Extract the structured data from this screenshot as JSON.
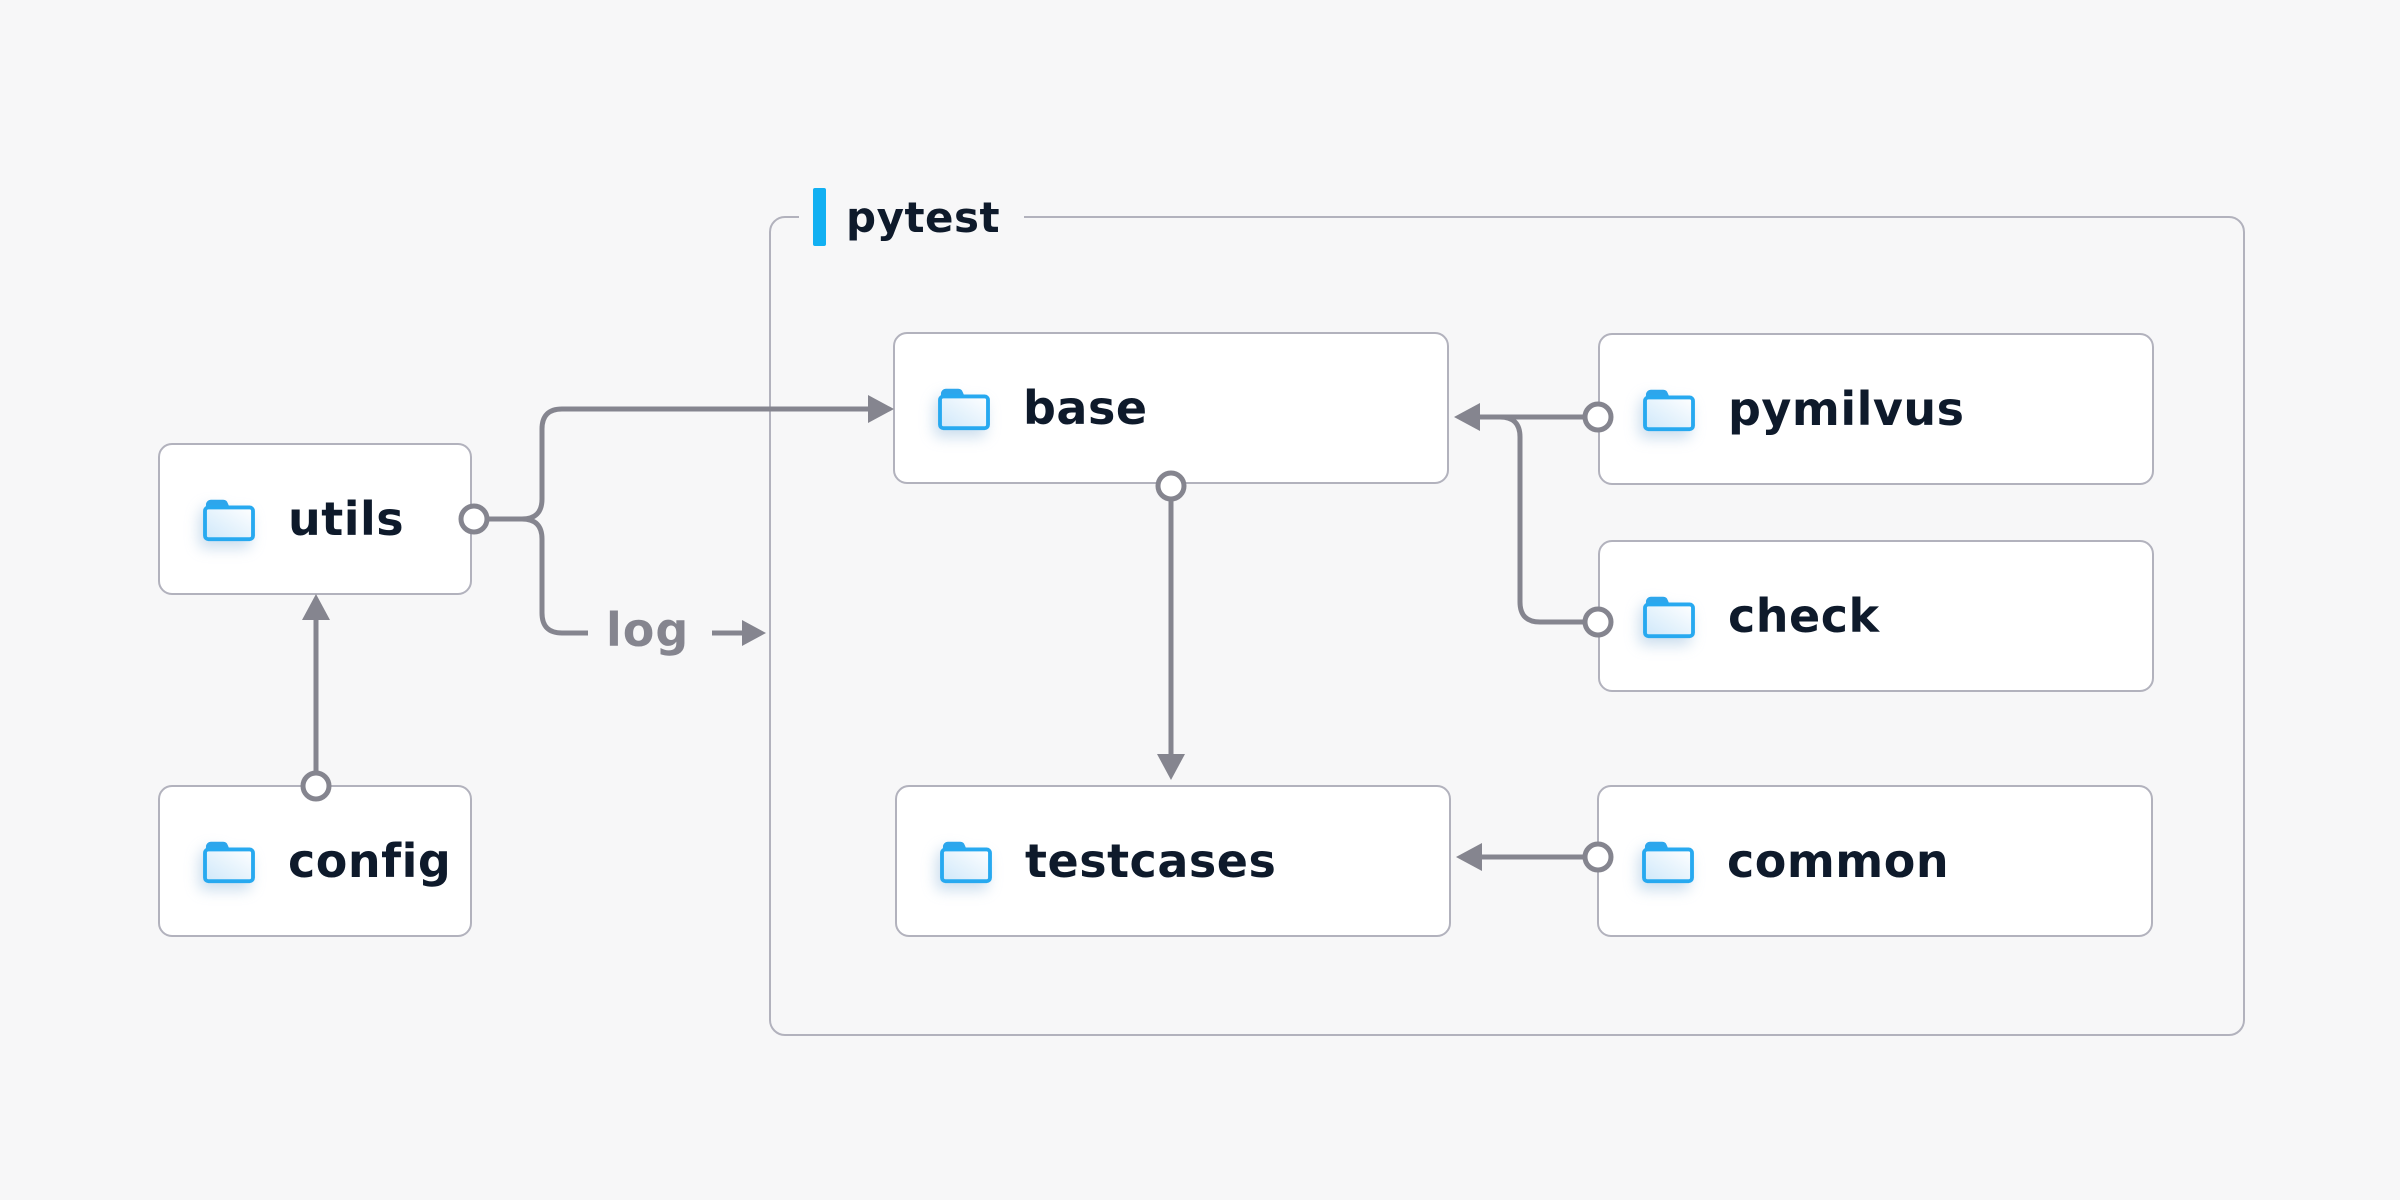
{
  "container": {
    "label": "pytest"
  },
  "nodes": {
    "utils": {
      "label": "utils",
      "icon": "folder-icon"
    },
    "config": {
      "label": "config",
      "icon": "folder-icon"
    },
    "base": {
      "label": "base",
      "icon": "folder-icon"
    },
    "pymilvus": {
      "label": "pymilvus",
      "icon": "folder-icon"
    },
    "check": {
      "label": "check",
      "icon": "folder-icon"
    },
    "testcases": {
      "label": "testcases",
      "icon": "folder-icon"
    },
    "common": {
      "label": "common",
      "icon": "folder-icon"
    }
  },
  "edges": [
    {
      "from": "utils",
      "to": "base",
      "label": ""
    },
    {
      "from": "utils",
      "to": "pytest",
      "label": "log"
    },
    {
      "from": "config",
      "to": "utils",
      "label": ""
    },
    {
      "from": "pymilvus",
      "to": "base",
      "label": ""
    },
    {
      "from": "check",
      "to": "base",
      "label": ""
    },
    {
      "from": "base",
      "to": "testcases",
      "label": ""
    },
    {
      "from": "common",
      "to": "testcases",
      "label": ""
    }
  ],
  "colors": {
    "background": "#f7f7f8",
    "node_fill": "#ffffff",
    "node_border": "#b2b2bd",
    "line": "#85858f",
    "text": "#0e1a2b",
    "accent": "#12b0f2",
    "folder_stroke": "#27a9f0",
    "folder_tab": "#2da6ec",
    "folder_fill_light": "#ffffff",
    "folder_fill_dark": "#cfe8fa"
  }
}
